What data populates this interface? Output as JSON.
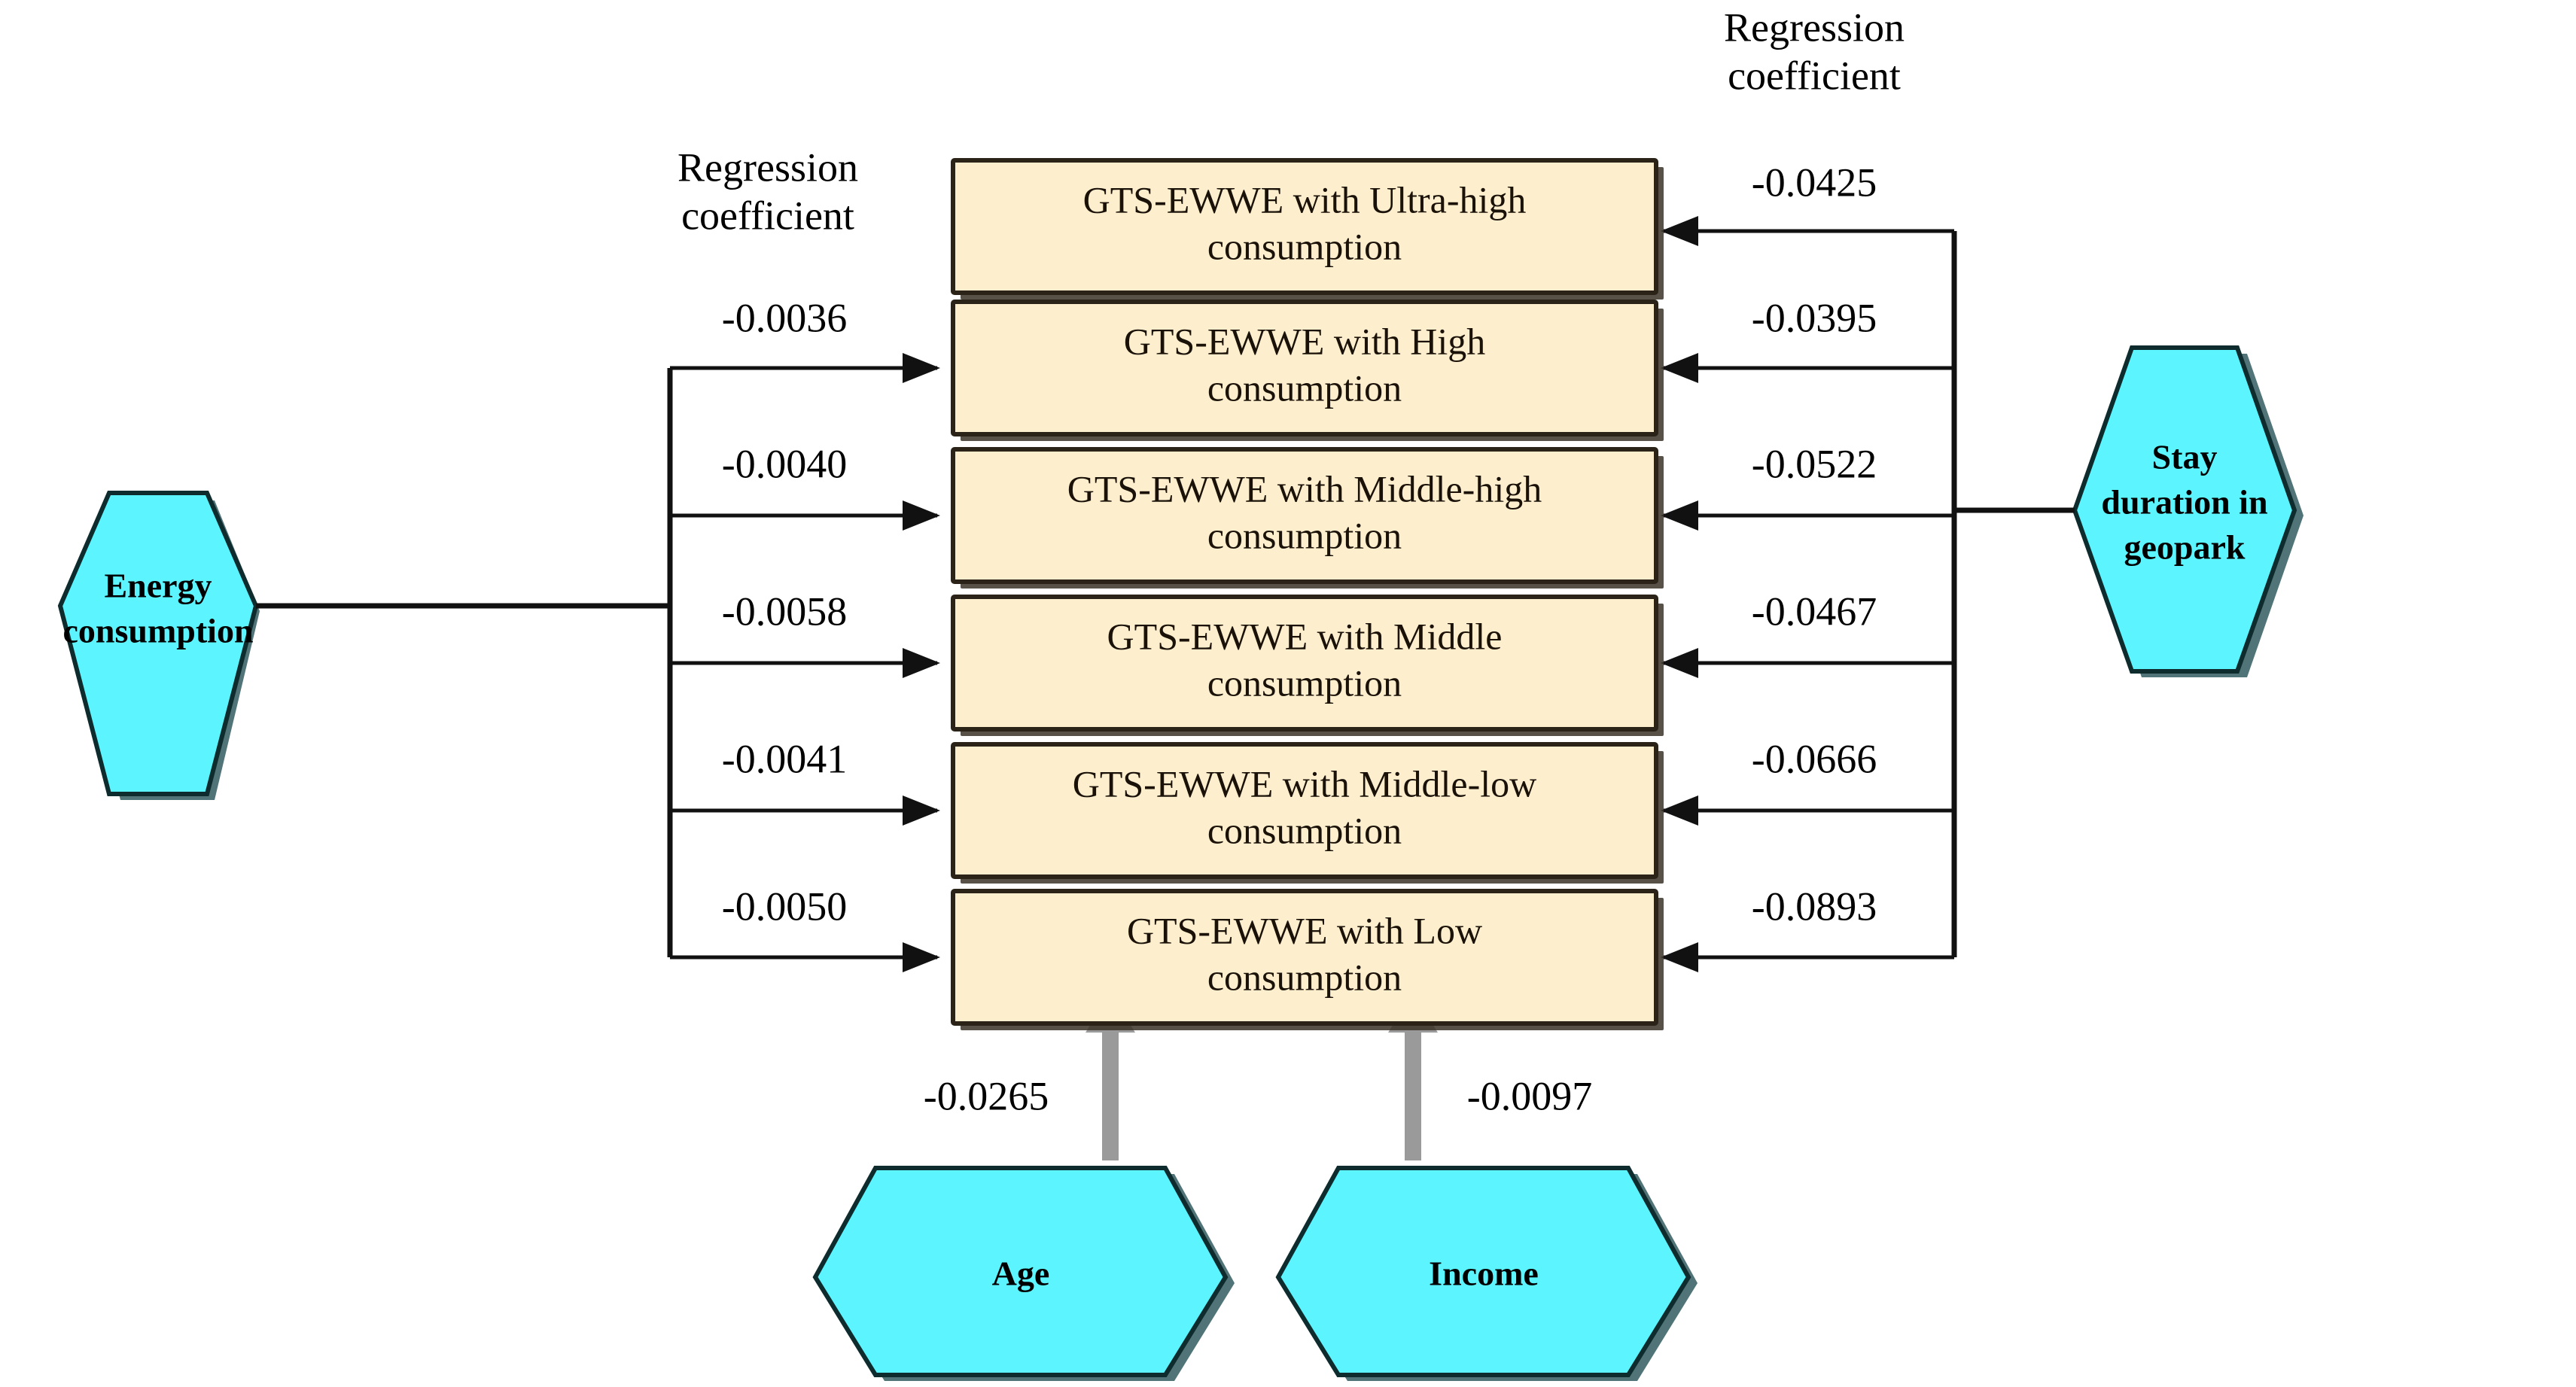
{
  "figure": {
    "type": "path-diagram",
    "title": "",
    "background_color": "#ffffff"
  },
  "headers": {
    "left": {
      "line1": "Regression",
      "line2": "coefficient"
    },
    "right": {
      "line1": "Regression",
      "line2": "coefficient"
    }
  },
  "nodes": {
    "source_left": {
      "name": "energy-consumption",
      "line1": "Energy",
      "line2": "consumption",
      "shape": "hexagon",
      "color": "#5cf5ff"
    },
    "source_right": {
      "name": "stay-duration",
      "line1": "Stay",
      "line2": "duration in",
      "line3": "geopark",
      "shape": "hexagon",
      "color": "#5cf5ff"
    },
    "source_age": {
      "name": "age",
      "label": "Age",
      "shape": "hexagon",
      "color": "#5cf5ff"
    },
    "source_income": {
      "name": "income",
      "label": "Income",
      "shape": "hexagon",
      "color": "#5cf5ff"
    }
  },
  "outcome_boxes": [
    {
      "id": "ultra-high",
      "line1": "GTS-EWWE with Ultra-high",
      "line2": "consumption",
      "fill": "#fdeece"
    },
    {
      "id": "high",
      "line1": "GTS-EWWE with High",
      "line2": "consumption",
      "fill": "#fdeece"
    },
    {
      "id": "middle-high",
      "line1": "GTS-EWWE with Middle-high",
      "line2": "consumption",
      "fill": "#fdeece"
    },
    {
      "id": "middle",
      "line1": "GTS-EWWE with Middle",
      "line2": "consumption",
      "fill": "#fdeece"
    },
    {
      "id": "middle-low",
      "line1": "GTS-EWWE with Middle-low",
      "line2": "consumption",
      "fill": "#fdeece"
    },
    {
      "id": "low",
      "line1": "GTS-EWWE with Low",
      "line2": "consumption",
      "fill": "#fdeece"
    }
  ],
  "chart_data": {
    "type": "table",
    "title": "Regression coefficients of predictors on GTS-EWWE consumption groups",
    "categories": [
      "GTS-EWWE with Ultra-high consumption",
      "GTS-EWWE with High consumption",
      "GTS-EWWE with Middle-high consumption",
      "GTS-EWWE with Middle consumption",
      "GTS-EWWE with Middle-low consumption",
      "GTS-EWWE with Low consumption"
    ],
    "series": [
      {
        "name": "Energy consumption",
        "values": [
          null,
          -0.0036,
          -0.004,
          -0.0058,
          -0.0041,
          -0.005
        ]
      },
      {
        "name": "Stay duration in geopark",
        "values": [
          -0.0425,
          -0.0395,
          -0.0522,
          -0.0467,
          -0.0666,
          -0.0893
        ]
      },
      {
        "name": "Age",
        "values": [
          null,
          null,
          null,
          null,
          null,
          -0.0265
        ]
      },
      {
        "name": "Income",
        "values": [
          null,
          null,
          null,
          null,
          null,
          -0.0097
        ]
      }
    ],
    "xlabel": "",
    "ylabel": "Regression coefficient",
    "legend_position": "none",
    "grid": false
  },
  "left_coefficients": [
    {
      "target": "high",
      "value": "-0.0036"
    },
    {
      "target": "middle-high",
      "value": "-0.0040"
    },
    {
      "target": "middle",
      "value": "-0.0058"
    },
    {
      "target": "middle-low",
      "value": "-0.0041"
    },
    {
      "target": "low",
      "value": "-0.0050"
    }
  ],
  "right_coefficients": [
    {
      "target": "ultra-high",
      "value": "-0.0425"
    },
    {
      "target": "high",
      "value": "-0.0395"
    },
    {
      "target": "middle-high",
      "value": "-0.0522"
    },
    {
      "target": "middle",
      "value": "-0.0467"
    },
    {
      "target": "middle-low",
      "value": "-0.0666"
    },
    {
      "target": "low",
      "value": "-0.0893"
    }
  ],
  "bottom_coefficients": [
    {
      "source": "age",
      "value": "-0.0265"
    },
    {
      "source": "income",
      "value": "-0.0097"
    }
  ]
}
